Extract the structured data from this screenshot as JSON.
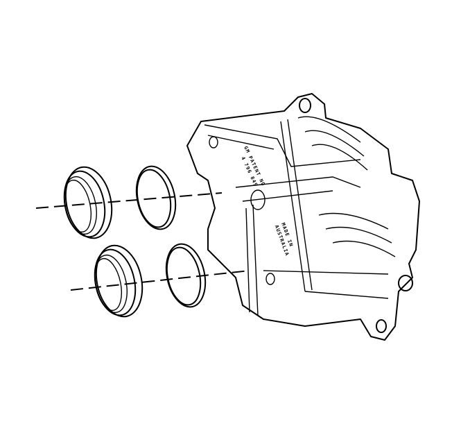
{
  "diagram": {
    "subject": "Brake caliper with piston seals and boots (exploded view)",
    "caliper_markings": {
      "patent_line1": "GM PATENT NO",
      "patent_line2": "4 796 849",
      "origin_line1": "MADE IN",
      "origin_line2": "AUSTRALIA"
    },
    "parts": [
      {
        "id": "boot-upper",
        "label": "piston boot (upper)"
      },
      {
        "id": "seal-upper",
        "label": "piston seal (upper)"
      },
      {
        "id": "boot-lower",
        "label": "piston boot (lower)"
      },
      {
        "id": "seal-lower",
        "label": "piston seal (lower)"
      },
      {
        "id": "caliper",
        "label": "caliper housing"
      }
    ],
    "colors": {
      "line": "#000000",
      "background": "#ffffff"
    }
  }
}
